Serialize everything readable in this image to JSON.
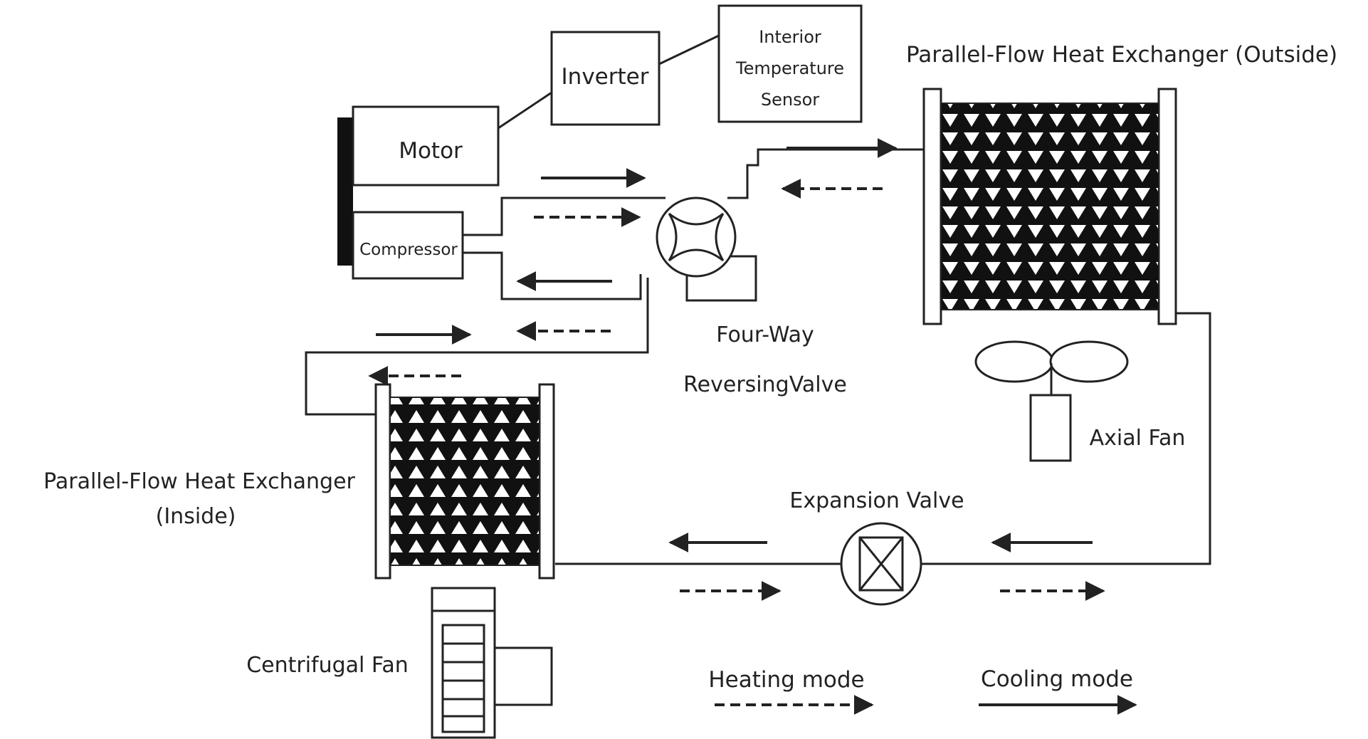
{
  "labels": {
    "interior_temp_sensor": [
      "Interior",
      "Temperature",
      "Sensor"
    ],
    "inverter": "Inverter",
    "motor": "Motor",
    "compressor": "Compressor",
    "outside_hx": "Parallel-Flow Heat Exchanger (Outside)",
    "four_way_valve": [
      "Four-Way",
      "ReversingValve"
    ],
    "axial_fan": "Axial Fan",
    "inside_hx": [
      "Parallel-Flow Heat Exchanger",
      "(Inside)"
    ],
    "expansion_valve": "Expansion Valve",
    "centrifugal_fan": "Centrifugal Fan"
  },
  "legend": {
    "heating": "Heating mode",
    "cooling": "Cooling mode"
  },
  "colors": {
    "line": "#222222",
    "background": "#ffffff"
  }
}
